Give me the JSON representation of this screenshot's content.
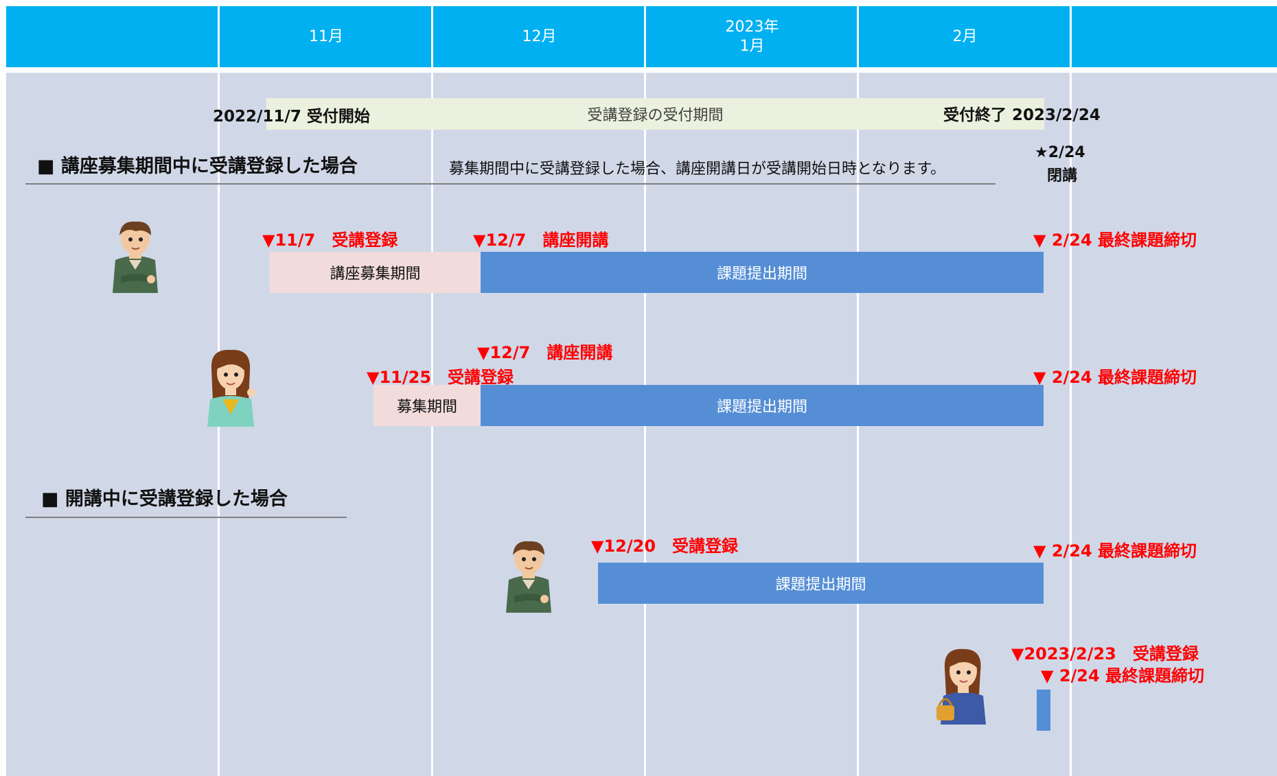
{
  "timeline": {
    "months": [
      "",
      "11月",
      "12月",
      "2023年\n1月",
      "2月",
      ""
    ]
  },
  "acceptance": {
    "band_label": "受講登録の受付期間",
    "start_label": "2022/11/7 受付開始",
    "end_label": "受付終了 2023/2/24"
  },
  "section1": {
    "heading": "■ 講座募集期間中に受講登録した場合",
    "note": "募集期間中に受講登録した場合、講座開講日が受講開始日時となります。",
    "close_star": "★2/24",
    "close_label": "閉講",
    "rows": [
      {
        "registration": "▼11/7　受講登録",
        "course_start": "▼12/7　講座開講",
        "deadline": "▼ 2/24 最終課題締切",
        "recruit_bar": "講座募集期間",
        "submit_bar": "課題提出期間"
      },
      {
        "registration": "▼11/25　受講登録",
        "course_start": "▼12/7　講座開講",
        "deadline": "▼ 2/24 最終課題締切",
        "recruit_bar": "募集期間",
        "submit_bar": "課題提出期間"
      }
    ]
  },
  "section2": {
    "heading": "■ 開講中に受講登録した場合",
    "rows": [
      {
        "registration": "▼12/20　受講登録",
        "deadline": "▼ 2/24 最終課題締切",
        "submit_bar": "課題提出期間"
      },
      {
        "registration": "▼2023/2/23　受講登録",
        "deadline": "▼ 2/24 最終課題締切"
      }
    ]
  },
  "colors": {
    "header": "#00b0f0",
    "canvas": "#d0d8e8",
    "acceptance_band": "#ebf1de",
    "recruit_bar": "#f2dcdb",
    "submit_bar": "#558ed5",
    "marker_text": "#ff0000"
  },
  "icons": [
    "man-avatar-icon",
    "woman-avatar-icon",
    "man-avatar-icon",
    "woman-with-bag-avatar-icon"
  ]
}
